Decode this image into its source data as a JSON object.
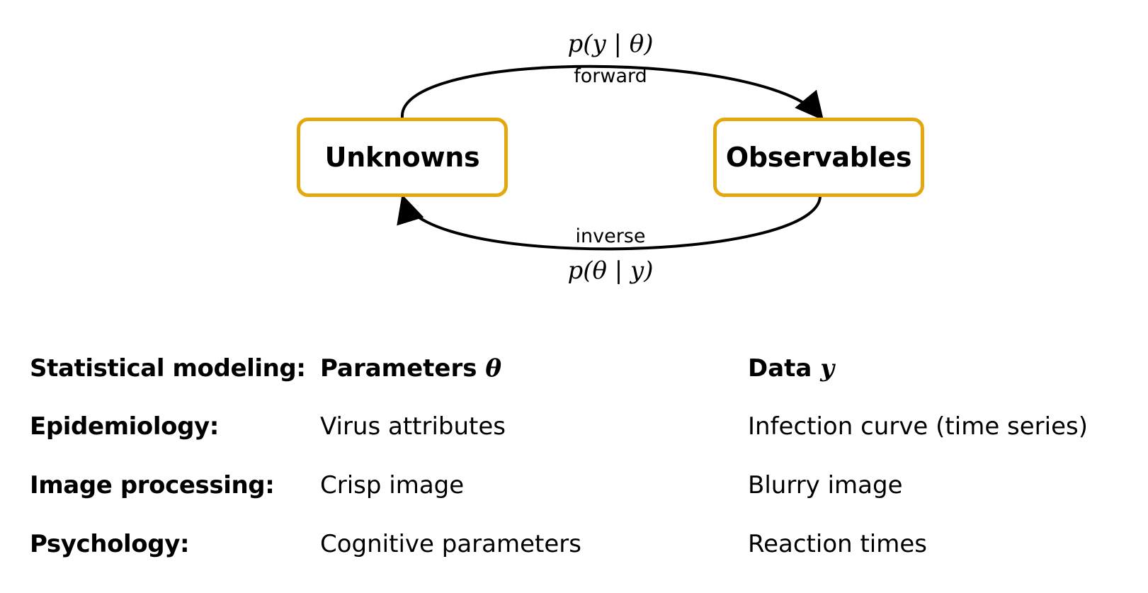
{
  "diagram": {
    "nodes": {
      "unknowns": "Unknowns",
      "observables": "Observables"
    },
    "forward": {
      "formula": "p(y | θ)",
      "label": "forward"
    },
    "inverse": {
      "formula": "p(θ | y)",
      "label": "inverse"
    },
    "colors": {
      "node_border": "#E3A80E",
      "arrow": "#000000"
    }
  },
  "table": {
    "header": {
      "label": "Statistical modeling:",
      "unknown": "Parameters",
      "unknown_symbol": "θ",
      "observable": "Data",
      "observable_symbol": "y"
    },
    "rows": [
      {
        "label": "Epidemiology:",
        "unknown": "Virus attributes",
        "observable": "Infection curve (time series)"
      },
      {
        "label": "Image processing:",
        "unknown": "Crisp image",
        "observable": "Blurry image"
      },
      {
        "label": "Psychology:",
        "unknown": "Cognitive parameters",
        "observable": "Reaction times"
      }
    ]
  }
}
